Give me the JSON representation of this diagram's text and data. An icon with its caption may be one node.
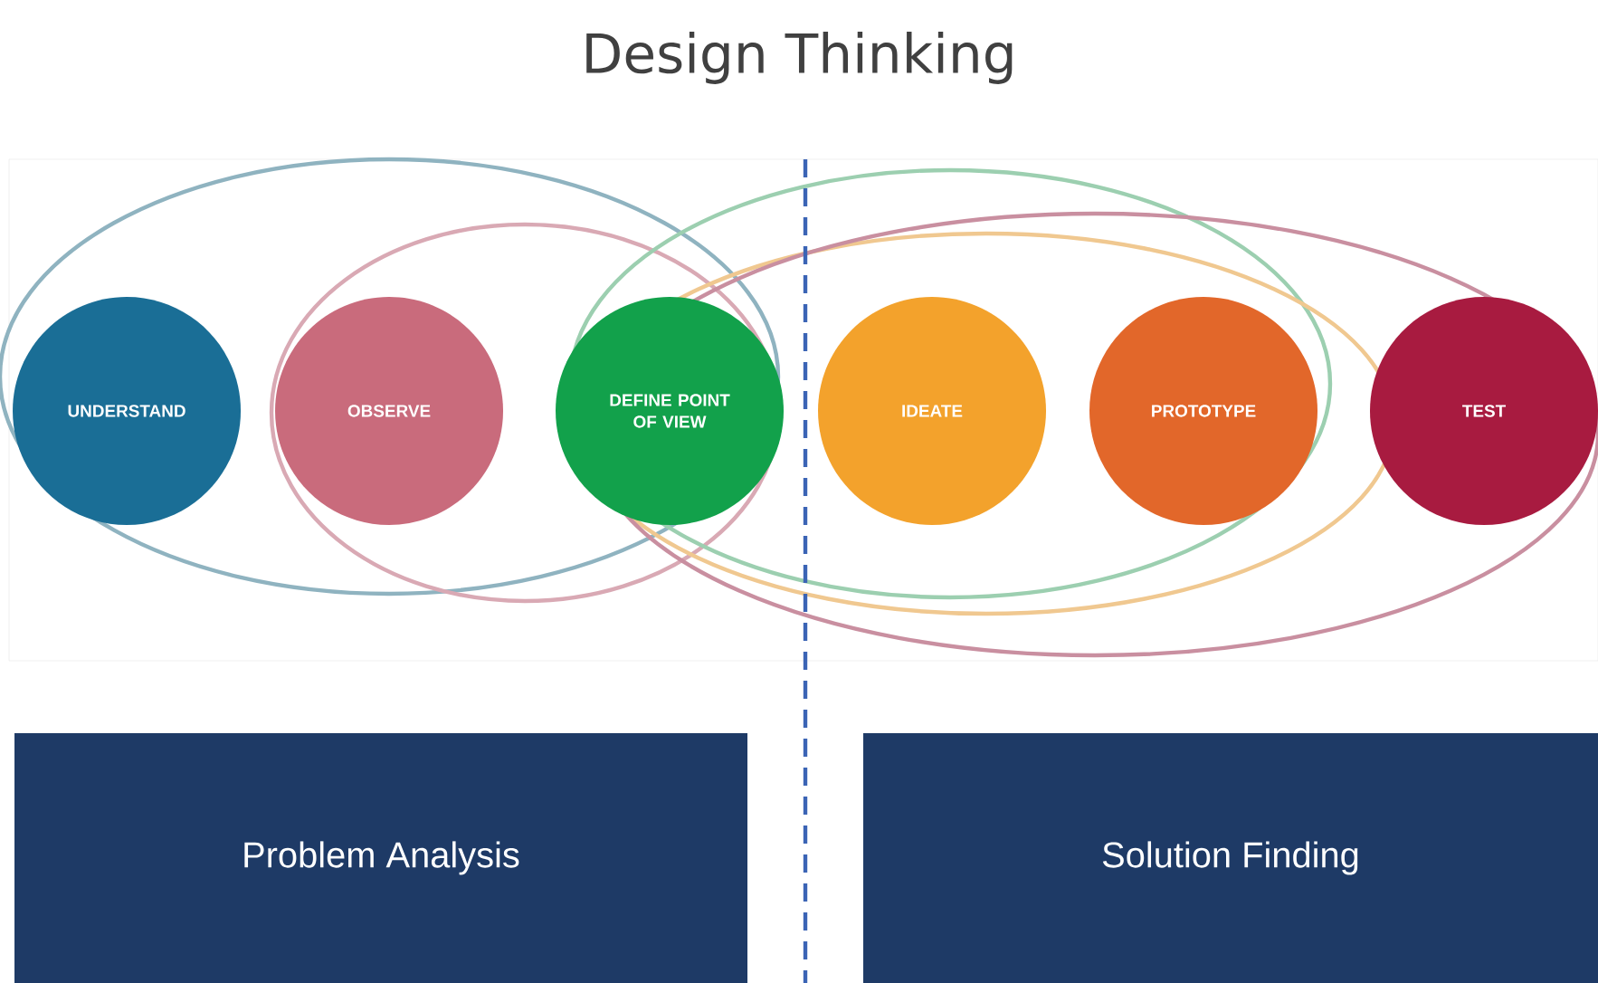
{
  "diagram": {
    "title": "Design Thinking",
    "nodes": [
      {
        "text": [
          "UNDERSTAND"
        ]
      },
      {
        "text": [
          "OBSERVE"
        ]
      },
      {
        "text": [
          "DEFINE POINT OF VIEW"
        ]
      },
      {
        "text": [
          "IDEATE"
        ]
      },
      {
        "text": [
          "PROTOTYPE"
        ]
      },
      {
        "text": [
          "TEST"
        ]
      },
      {
        "text": [
          "Problem Analysis"
        ]
      },
      {
        "text": [
          "Solution Finding"
        ]
      }
    ]
  }
}
